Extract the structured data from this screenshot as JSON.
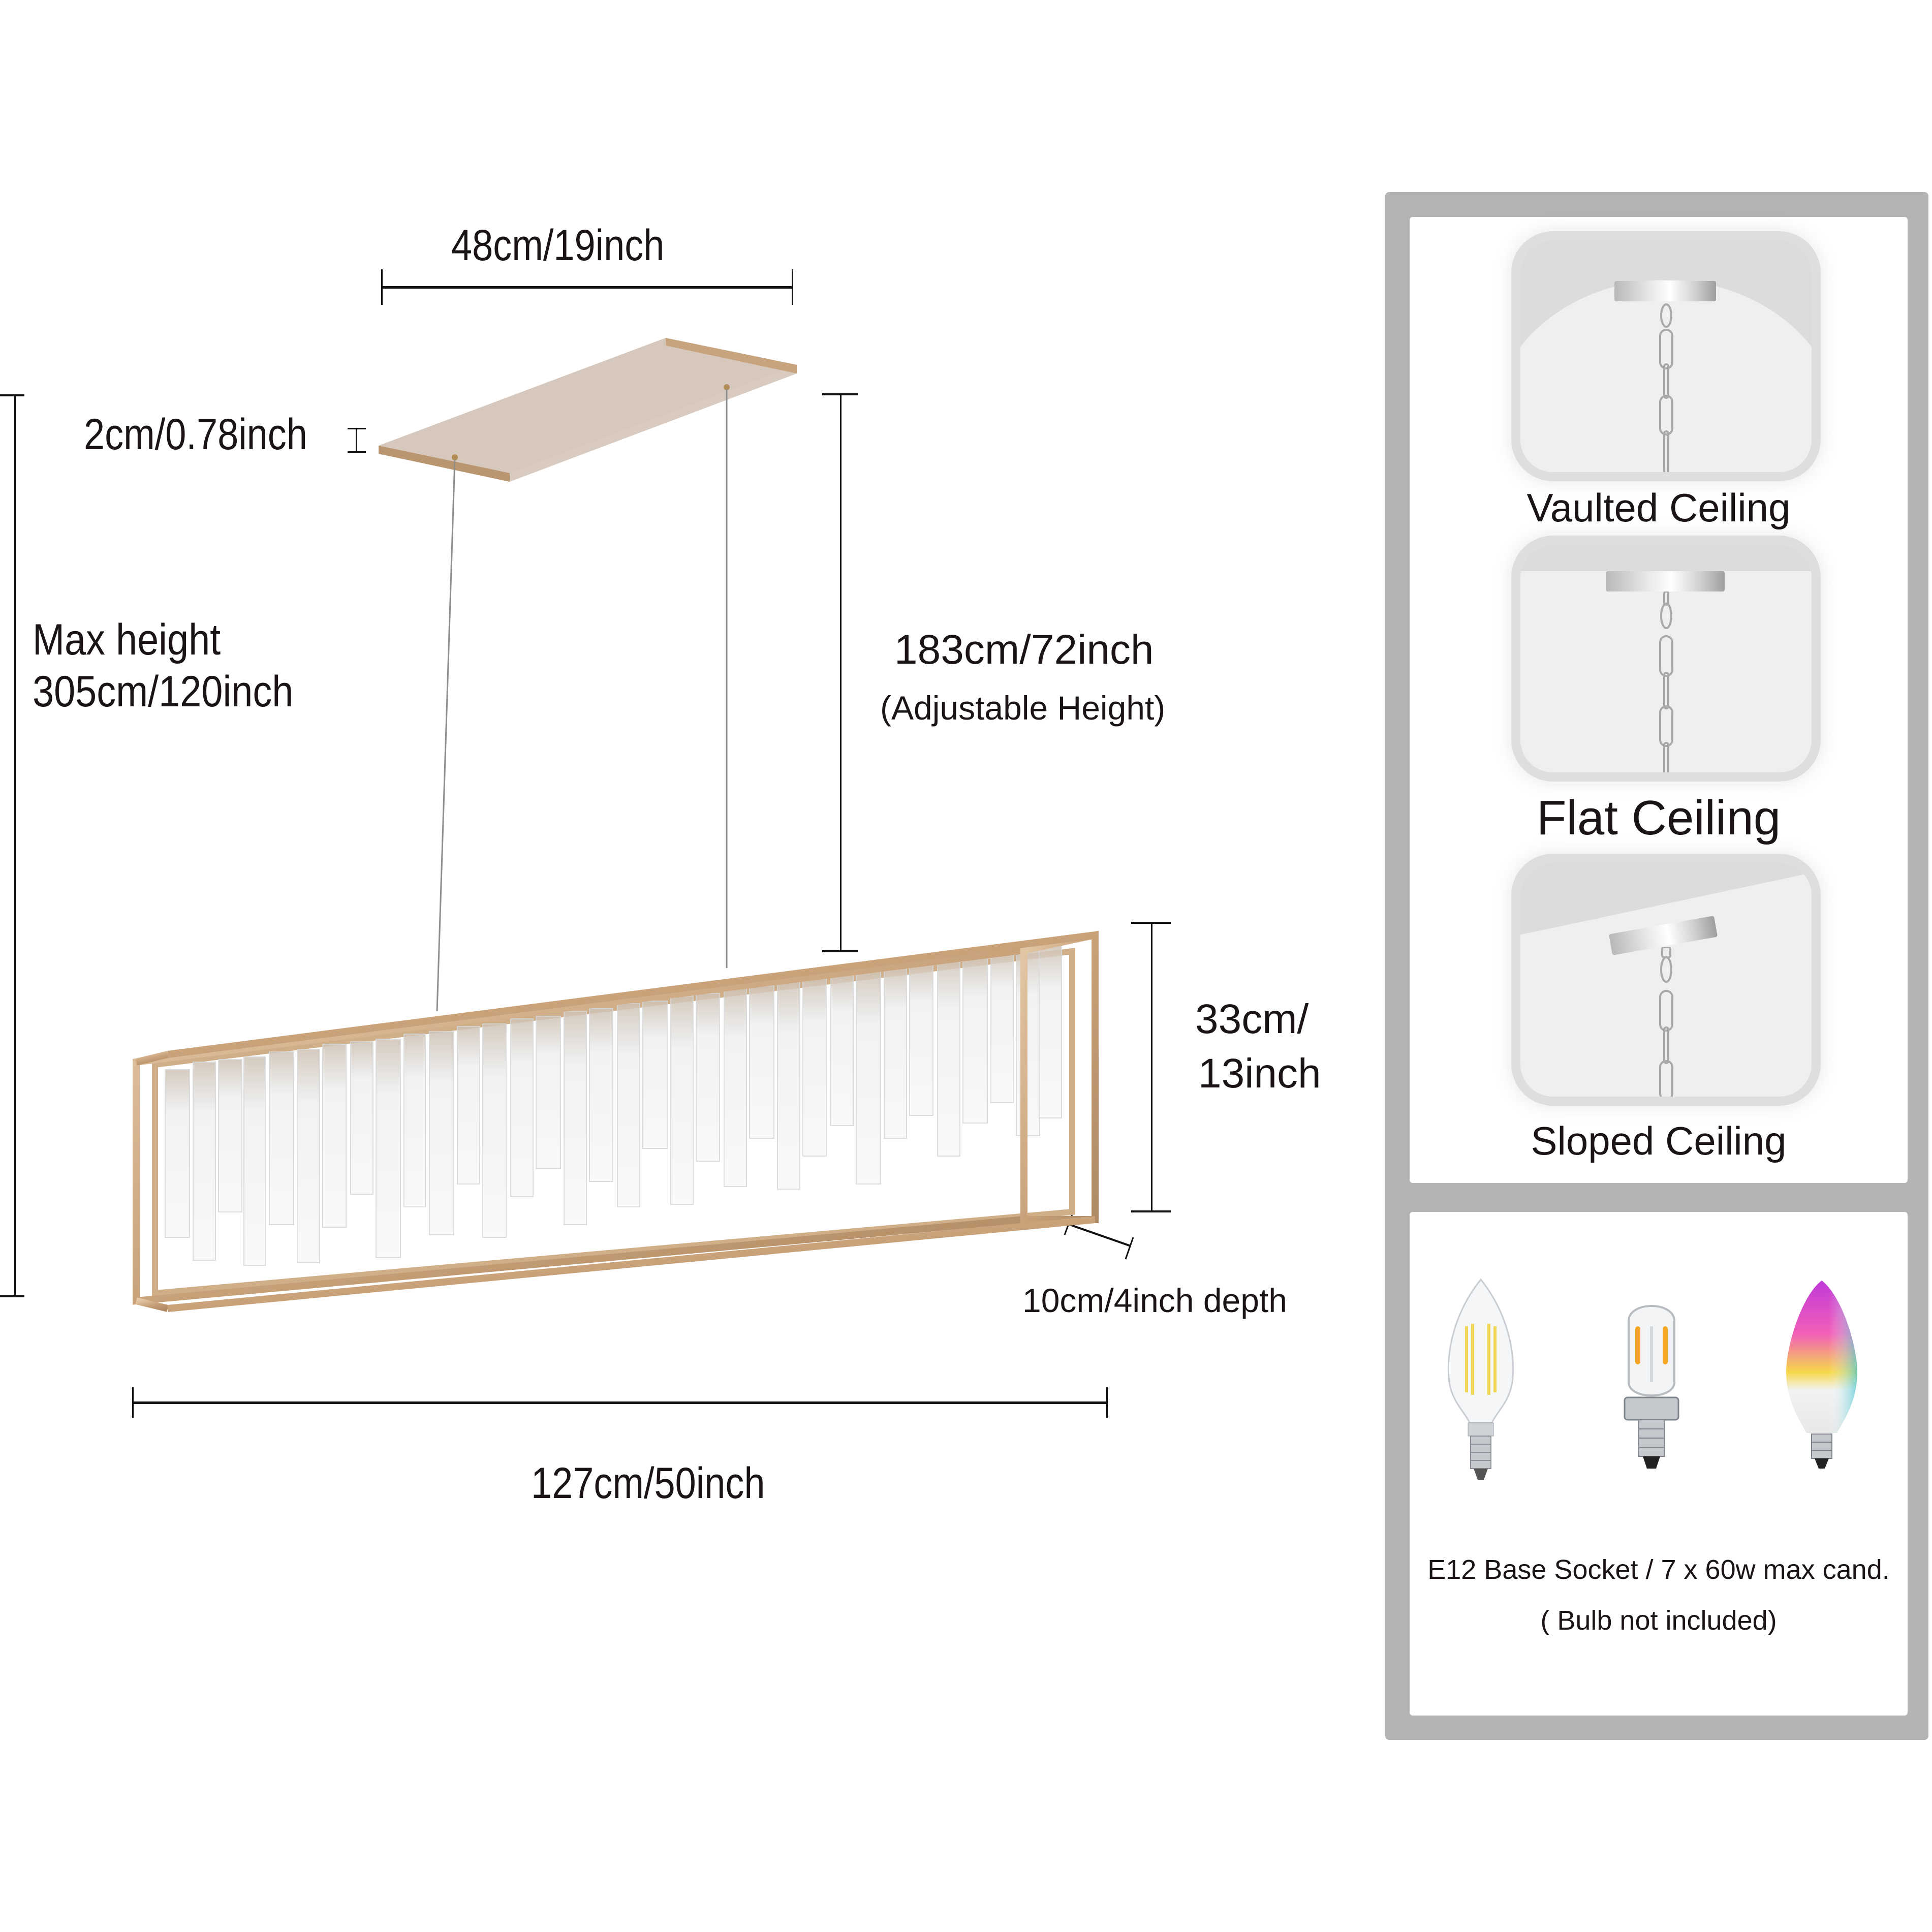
{
  "diagram": {
    "product": "Linear rectangular glass chandelier with gold frame",
    "colors": {
      "background": "#ffffff",
      "text": "#1a1414",
      "frame_gold": "#c9a27a",
      "canopy_gold": "#c7a47e",
      "canopy_face": "#d6c8bd",
      "panel_gray": "#b3b3b3",
      "tile_bg": "#eeeff0"
    },
    "dimensions": {
      "canopy_length": "48cm/19inch",
      "canopy_thickness": "2cm/0.78inch",
      "max_height_line1": "Max height",
      "max_height_line2": "305cm/120inch",
      "adjustable_height": "183cm/72inch",
      "adjustable_note": "(Adjustable Height)",
      "fixture_height_line1": "33cm/",
      "fixture_height_line2": "13inch",
      "depth": "10cm/4inch depth",
      "fixture_length": "127cm/50inch"
    }
  },
  "side_panel": {
    "ceiling_types": [
      {
        "label": "Vaulted Ceiling",
        "icon": "vaulted-ceiling-chain-icon"
      },
      {
        "label": "Flat Ceiling",
        "icon": "flat-ceiling-chain-icon"
      },
      {
        "label": "Sloped Ceiling",
        "icon": "sloped-ceiling-chain-icon"
      }
    ],
    "bulbs": {
      "icons": [
        "candelabra-filament-bulb-icon",
        "tubular-filament-bulb-icon",
        "rgb-smart-candle-bulb-icon"
      ],
      "spec": "E12 Base Socket / 7 x 60w max cand.",
      "note": "( Bulb not included)"
    }
  }
}
